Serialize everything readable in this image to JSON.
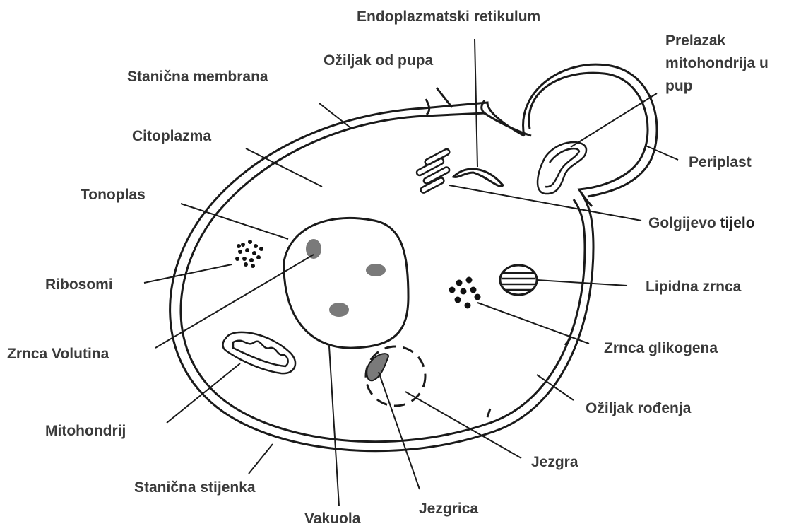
{
  "diagram": {
    "labels": {
      "er": "Endoplazmatski retikulum",
      "bud_scar": "Ožiljak od pupa",
      "cell_membrane": "Stanična membrana",
      "mito_transfer": "Prelazak mitohondrija u pup",
      "cytoplasm": "Citoplazma",
      "periplast": "Periplast",
      "tonoplast": "Tonoplas",
      "golgi_a": "Golgijevo",
      "golgi_b": "tijelo",
      "ribosomes": "Ribosomi",
      "lipid": "Lipidna zrnca",
      "volutin": "Zrnca Volutina",
      "glycogen": "Zrnca glikogena",
      "birth_scar": "Ožiljak rođenja",
      "mitochondrion": "Mitohondrij",
      "nucleus": "Jezgra",
      "cell_wall": "Stanična stijenka",
      "nucleolus": "Jezgrica",
      "vacuole": "Vakuola"
    },
    "colors": {
      "outline": "#1a1a1a",
      "label_text": "#3a3a3a",
      "granule_fill": "#7a7a7a",
      "dot_fill": "#111111"
    }
  }
}
